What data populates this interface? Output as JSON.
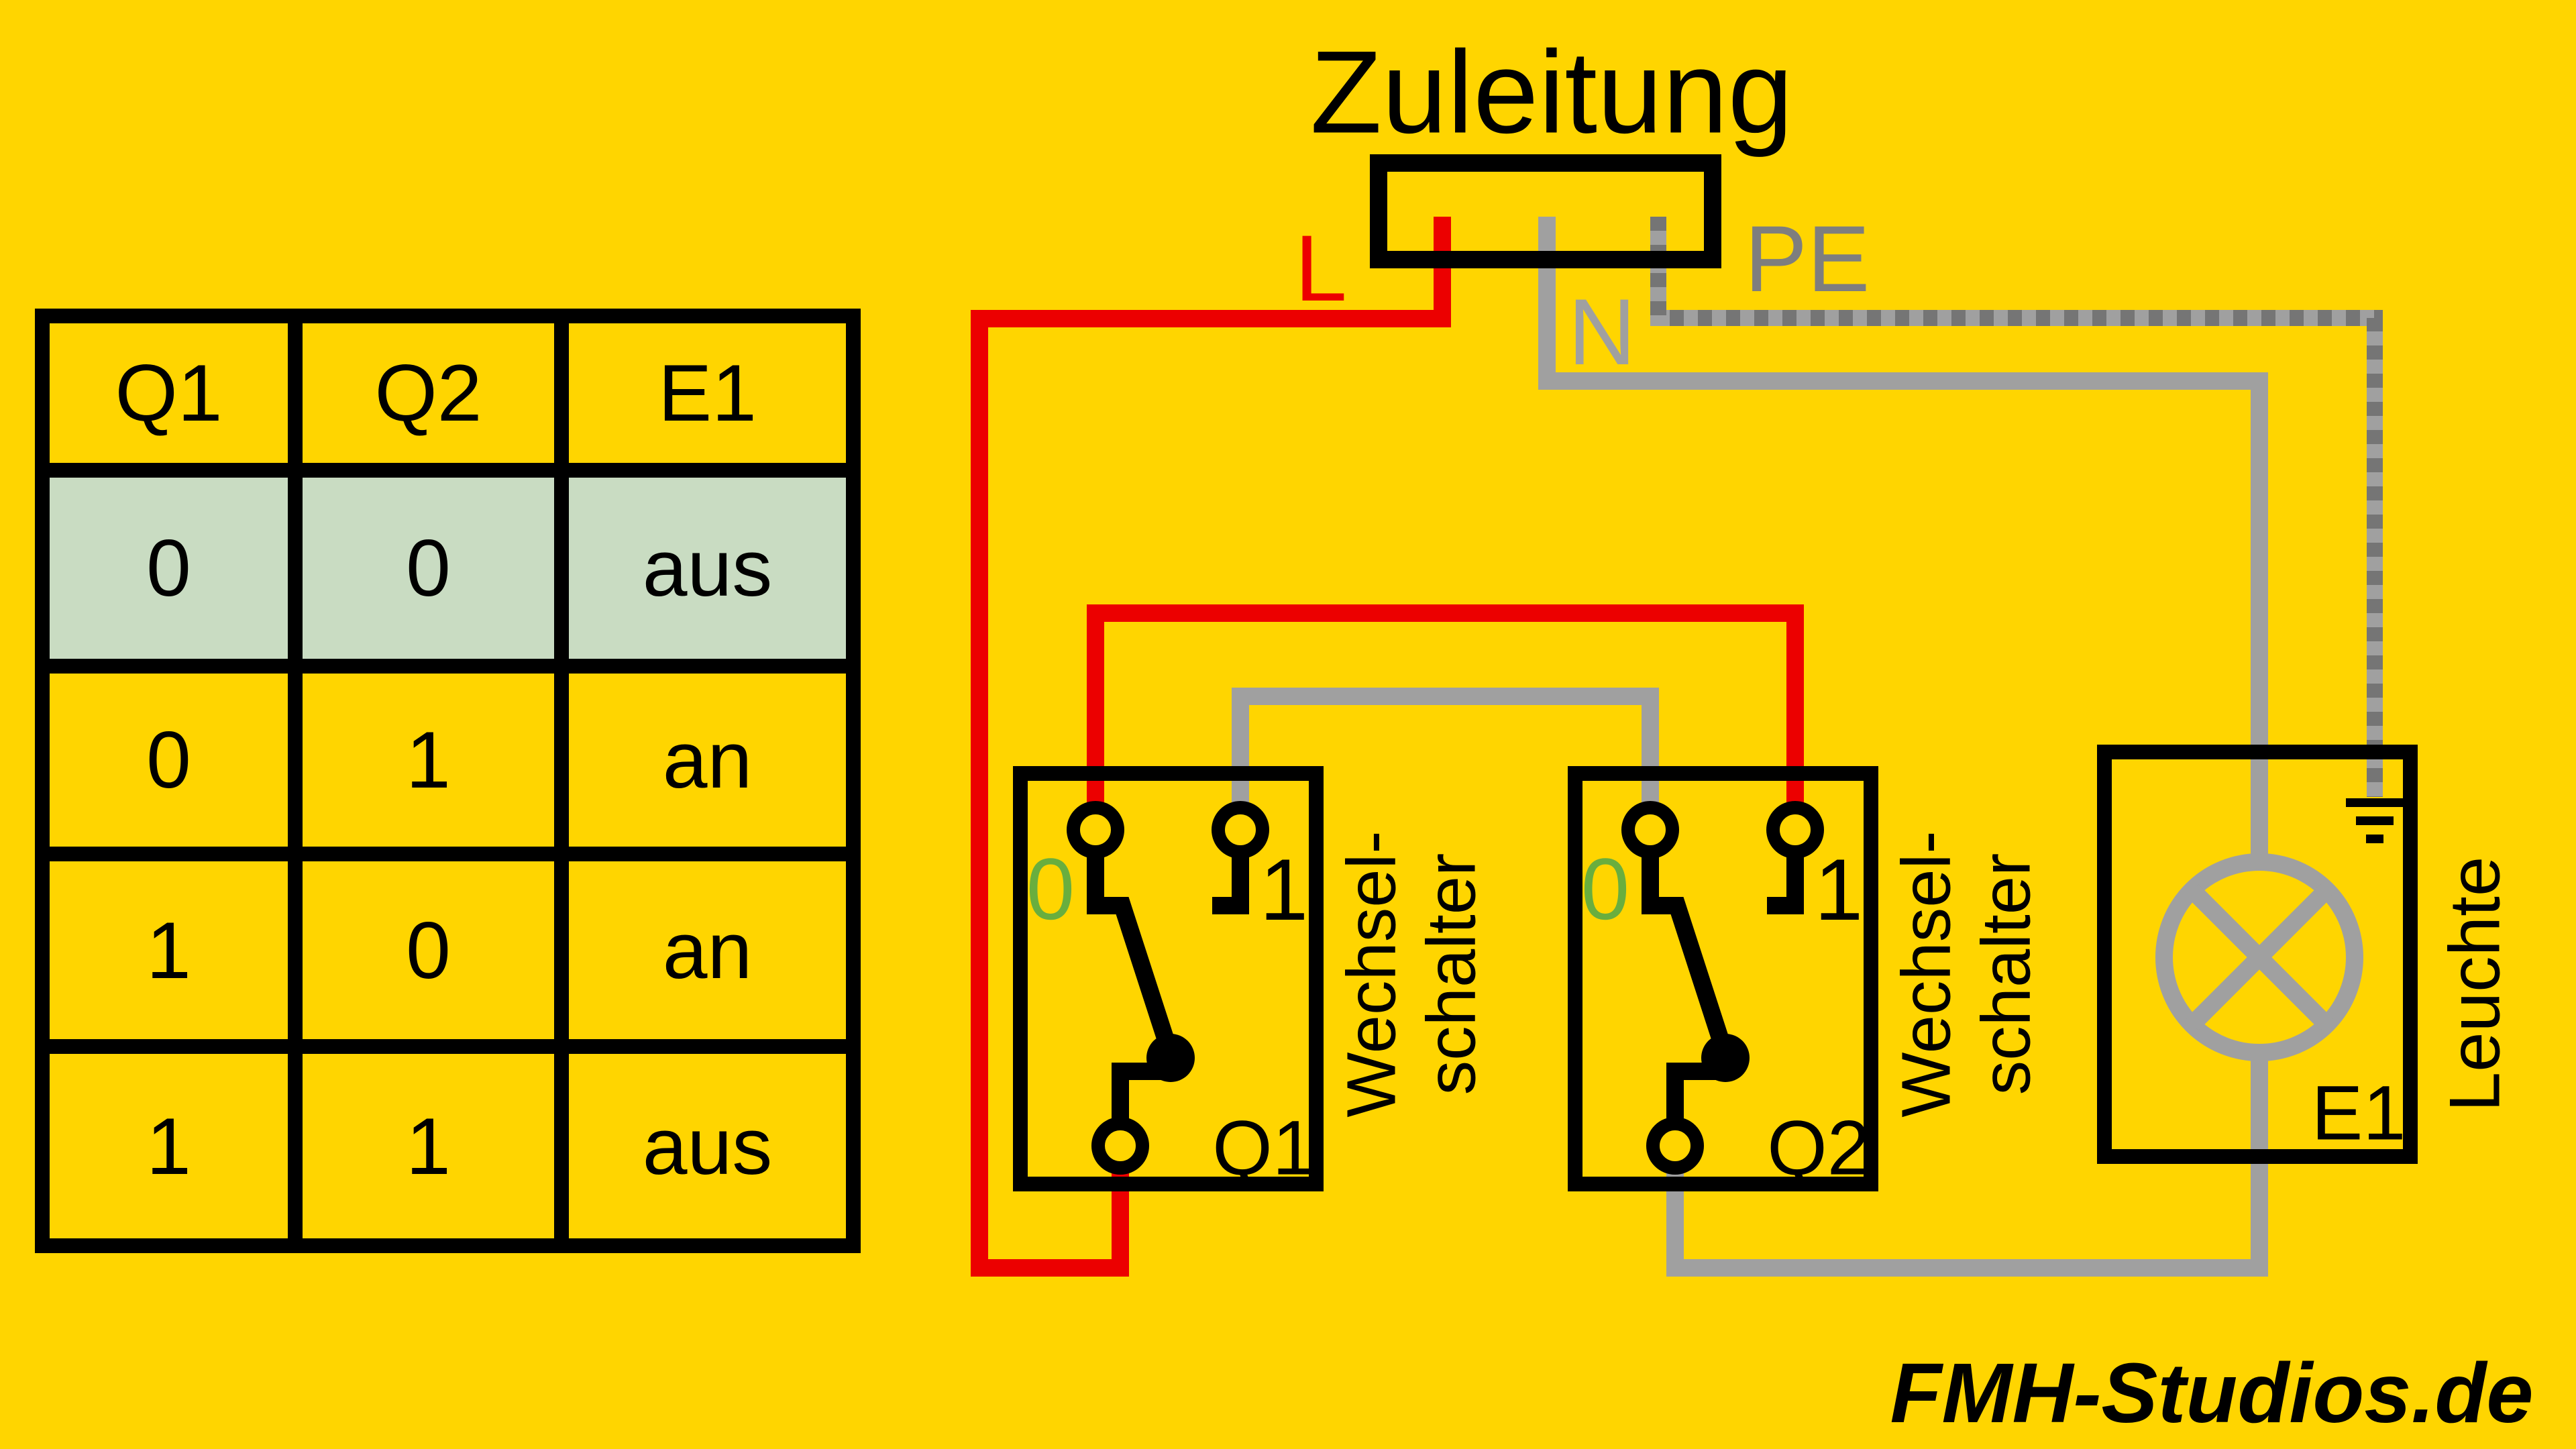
{
  "colors": {
    "background": "#FFD500",
    "highlight_row": "#C9DCC2",
    "wire_live_red": "#EC0000",
    "wire_neutral_gray": "#A0A0A0",
    "wire_pe_dash_dark": "#757575",
    "position_zero_green": "#69AE3E",
    "line_black": "#000000"
  },
  "table": {
    "headers": [
      "Q1",
      "Q2",
      "E1"
    ],
    "rows": [
      [
        "0",
        "0",
        "aus"
      ],
      [
        "0",
        "1",
        "an"
      ],
      [
        "1",
        "0",
        "an"
      ],
      [
        "1",
        "1",
        "aus"
      ]
    ],
    "highlighted_row_index": 0
  },
  "supply": {
    "title": "Zuleitung",
    "l_label": "L",
    "n_label": "N",
    "pe_label": "PE"
  },
  "switches": {
    "q1": {
      "id": "Q1",
      "pos_zero": "0",
      "pos_one": "1",
      "type_line1": "Wechsel-",
      "type_line2": "schalter"
    },
    "q2": {
      "id": "Q2",
      "pos_zero": "0",
      "pos_one": "1",
      "type_line1": "Wechsel-",
      "type_line2": "schalter"
    }
  },
  "lamp": {
    "id": "E1",
    "type_label": "Leuchte"
  },
  "footer": {
    "brand": "FMH-Studios.de"
  }
}
